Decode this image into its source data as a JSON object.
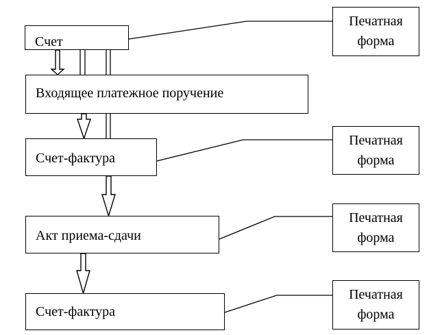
{
  "diagram": {
    "documents": [
      {
        "id": "doc-1",
        "label": "Счет"
      },
      {
        "id": "doc-2",
        "label": "Входящее платежное поручение"
      },
      {
        "id": "doc-3",
        "label": "Счет-фактура"
      },
      {
        "id": "doc-4",
        "label": "Акт приема-сдачи"
      },
      {
        "id": "doc-5",
        "label": "Счет-фактура"
      }
    ],
    "print_forms": [
      {
        "line1": "Печатная",
        "line2": "форма"
      },
      {
        "line1": "Печатная",
        "line2": "форма"
      },
      {
        "line1": "Печатная",
        "line2": "форма"
      },
      {
        "line1": "Печатная",
        "line2": "форма"
      }
    ]
  }
}
